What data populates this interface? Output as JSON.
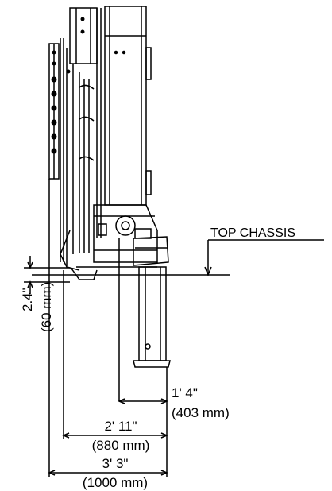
{
  "labels": {
    "top_chassis": "TOP CHASSIS",
    "vertical_offset_in": "2.4\"",
    "vertical_offset_mm": "(60 mm)",
    "dim_1_in": "1' 4\"",
    "dim_1_mm": "(403 mm)",
    "dim_2_in": "2' 11\"",
    "dim_2_mm": "(880 mm)",
    "dim_3_in": "3' 3\"",
    "dim_3_mm": "(1000 mm)"
  },
  "colors": {
    "line": "#000000",
    "background": "#ffffff"
  }
}
